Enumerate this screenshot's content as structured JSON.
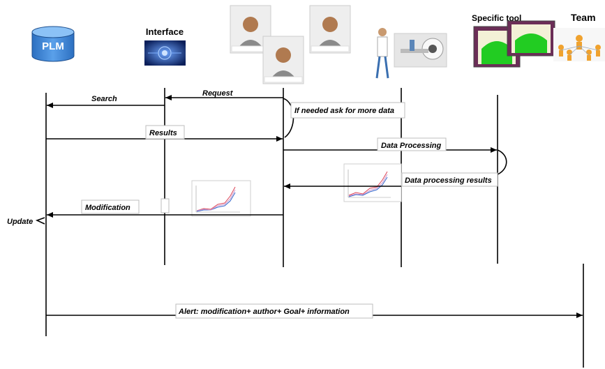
{
  "actors": {
    "plm": {
      "label": "PLM",
      "icon": "database-icon"
    },
    "interface": {
      "label": "Interface"
    },
    "specific_tool": {
      "label": "Specific tool"
    },
    "team": {
      "label": "Team"
    }
  },
  "messages": {
    "search": "Search",
    "request": "Request",
    "ask_more": "If needed ask for more data",
    "results": "Results",
    "data_processing": "Data Processing",
    "processing_results": "Data processing results",
    "modification": "Modification",
    "update": "Update",
    "alert": "Alert: modification+ author+ Goal+ information"
  },
  "colors": {
    "plm_db": "#3f85d6",
    "tool_green": "#22cc22",
    "interface_blue": "#2a66c9"
  }
}
